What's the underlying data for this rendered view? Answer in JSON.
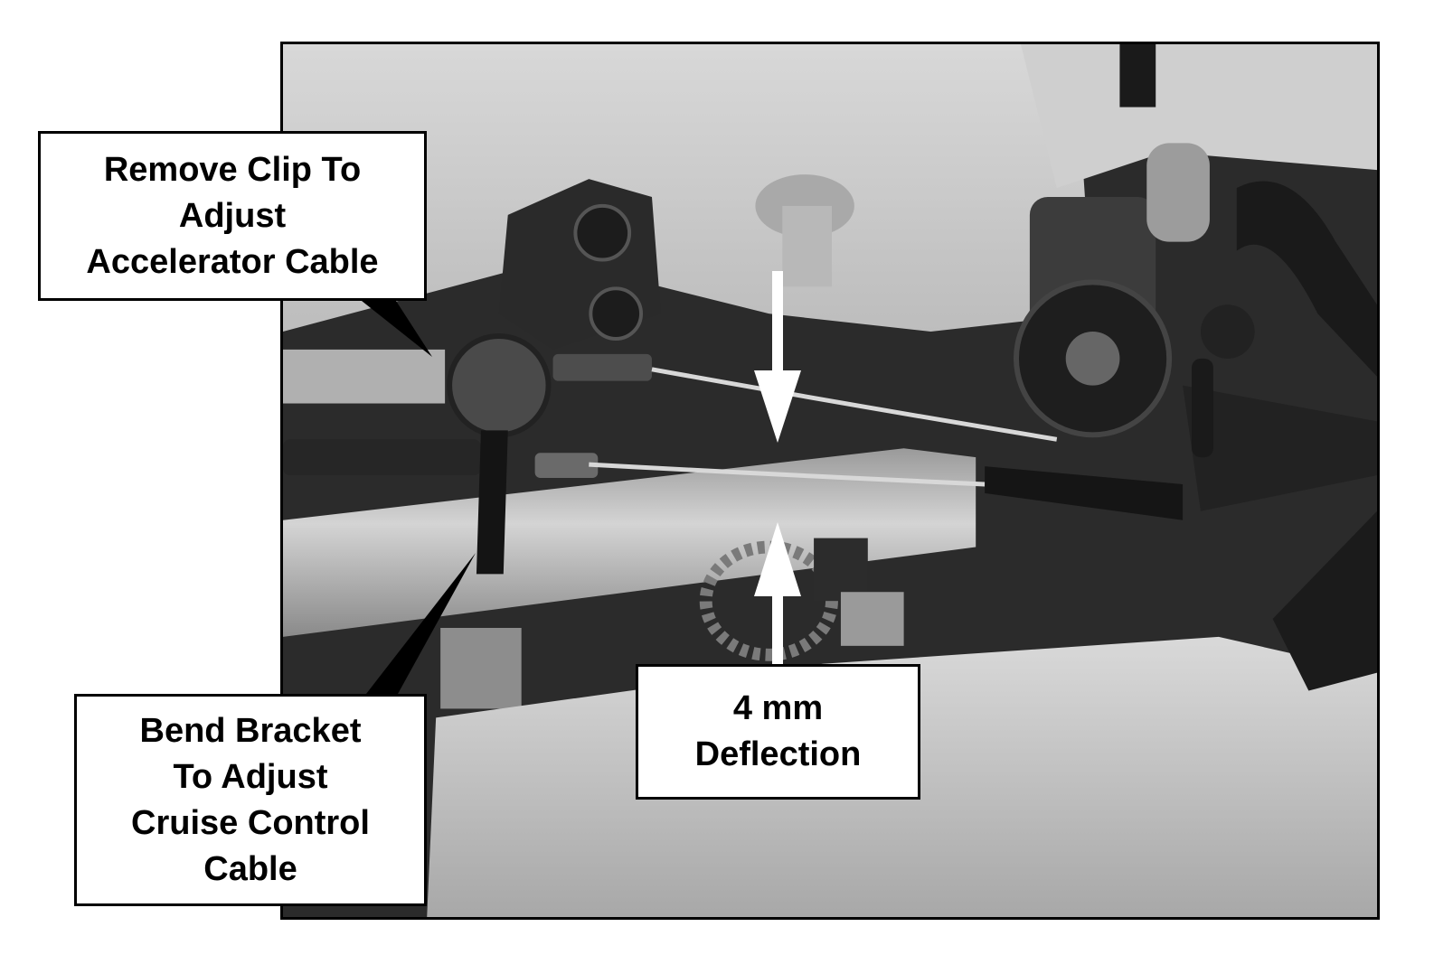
{
  "callouts": {
    "remove_clip": "Remove Clip To\nAdjust\nAccelerator Cable",
    "bend_bracket": "Bend Bracket\nTo Adjust\nCruise Control\nCable",
    "deflection": "4 mm\nDeflection"
  },
  "colors": {
    "frame": "#000000",
    "callout_bg": "#ffffff",
    "arrow": "#ffffff"
  }
}
